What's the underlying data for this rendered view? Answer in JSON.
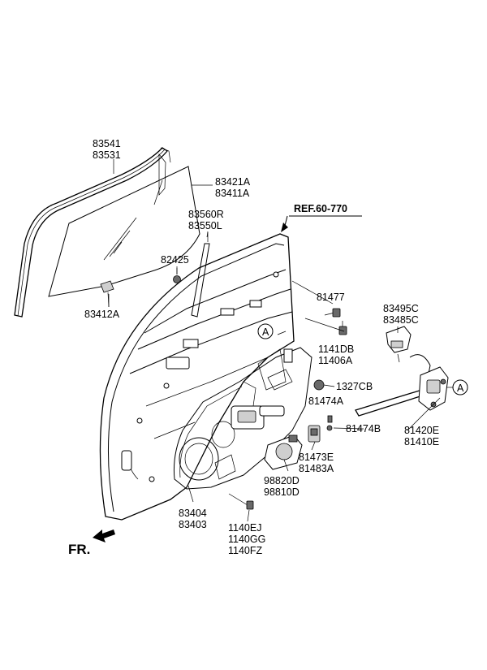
{
  "labels": {
    "l83541": "83541",
    "l83531": "83531",
    "l83421A": "83421A",
    "l83411A": "83411A",
    "l83412A": "83412A",
    "ref": "REF.60-770",
    "l83560R": "83560R",
    "l83550L": "83550L",
    "l82425": "82425",
    "l81477": "81477",
    "l83495C": "83495C",
    "l83485C": "83485C",
    "l1141DB": "1141DB",
    "l11406A": "11406A",
    "l1327CB": "1327CB",
    "l81474A": "81474A",
    "l81474B": "81474B",
    "l81420E": "81420E",
    "l81410E": "81410E",
    "l81473E": "81473E",
    "l81483A": "81483A",
    "l98820D": "98820D",
    "l98810D": "98810D",
    "l83404": "83404",
    "l83403": "83403",
    "l1140EJ": "1140EJ",
    "l1140GG": "1140GG",
    "l1140FZ": "1140FZ",
    "calloutA": "A",
    "fr": "FR."
  }
}
